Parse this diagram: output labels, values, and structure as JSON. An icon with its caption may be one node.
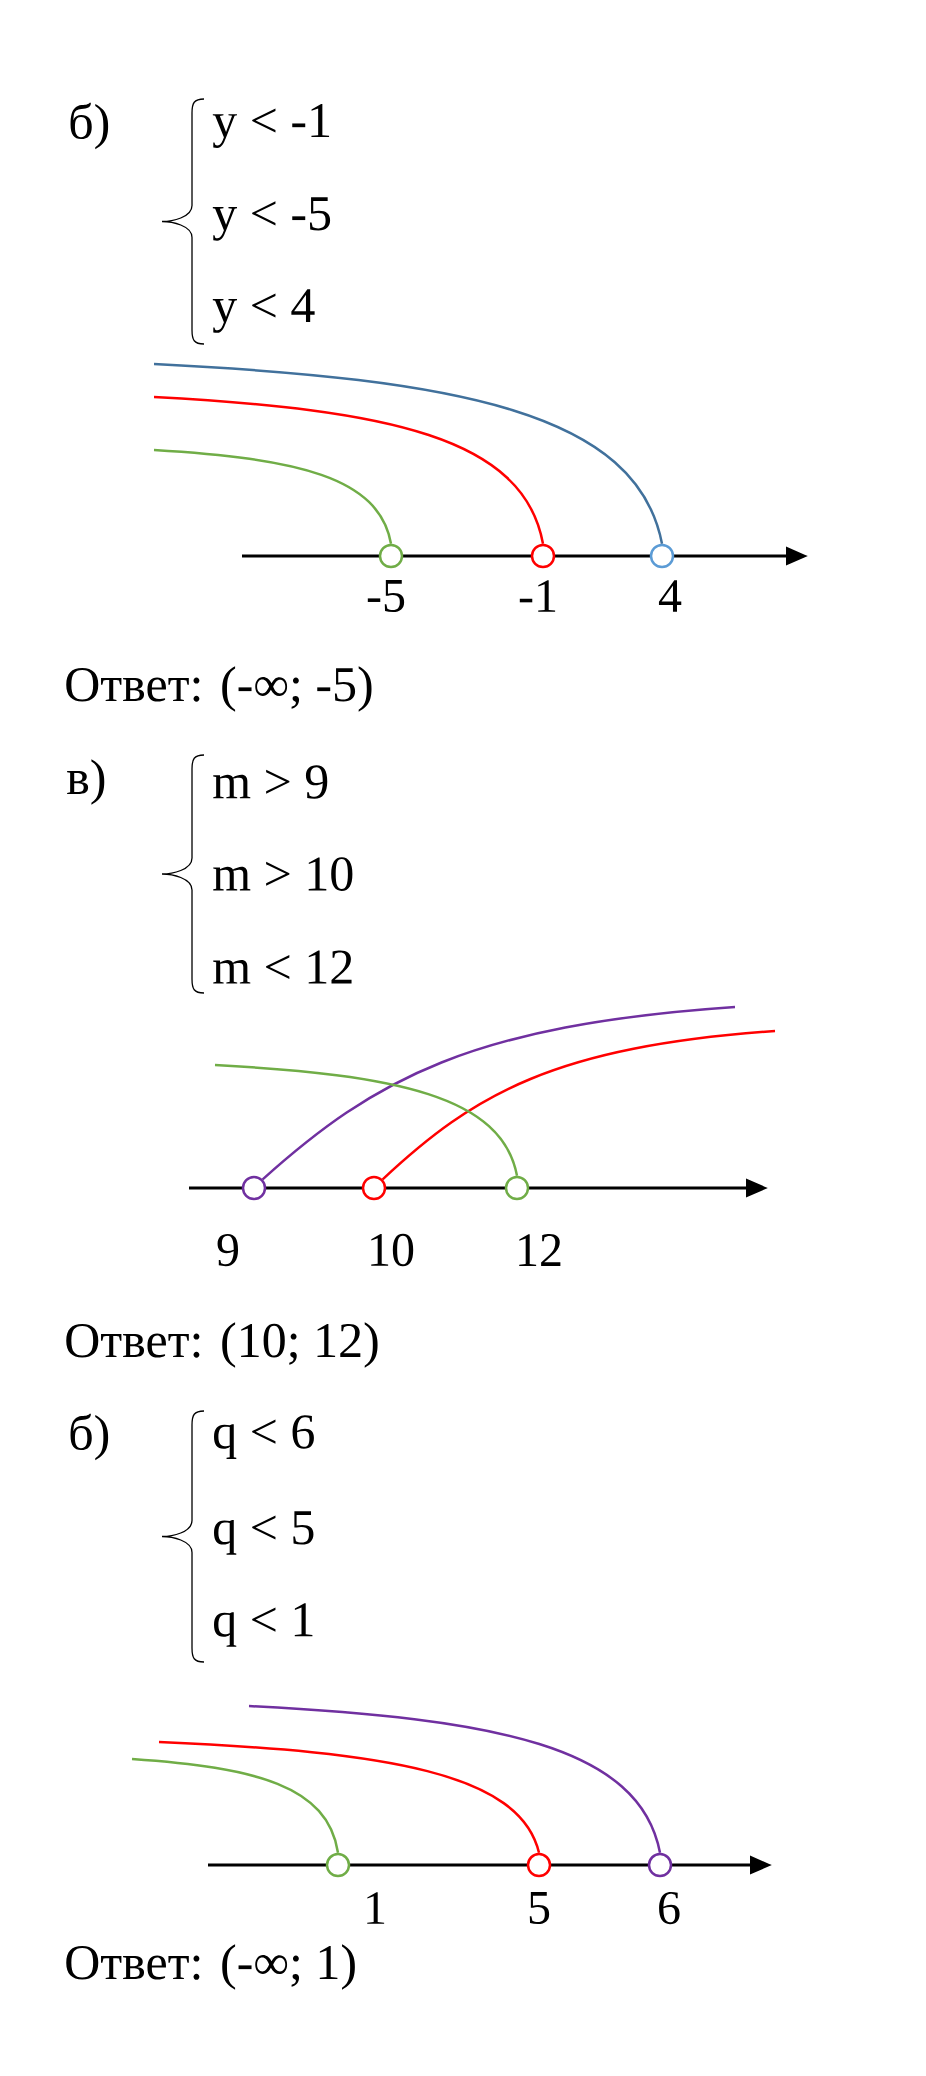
{
  "diagram": {
    "nodes": [
      {
        "text": [],
        "shape": "circle",
        "beside": [
          "-5"
        ]
      },
      {
        "text": [],
        "shape": "circle",
        "beside": [
          "-1"
        ]
      },
      {
        "text": [],
        "shape": "circle",
        "beside": [
          "4"
        ]
      },
      {
        "text": [],
        "shape": "circle",
        "beside": [
          "9"
        ]
      },
      {
        "text": [],
        "shape": "circle",
        "beside": [
          "10"
        ]
      },
      {
        "text": [],
        "shape": "circle",
        "beside": [
          "12"
        ]
      },
      {
        "text": [],
        "shape": "circle",
        "beside": [
          "1"
        ]
      },
      {
        "text": [],
        "shape": "circle",
        "beside": [
          "5"
        ]
      },
      {
        "text": [],
        "shape": "circle",
        "beside": [
          "6"
        ]
      }
    ],
    "edges": [
      {
        "from": 0,
        "to": null,
        "arrow": "none",
        "color": "#70ad47"
      },
      {
        "from": 1,
        "to": null,
        "arrow": "none",
        "color": "#ff0000"
      },
      {
        "from": 2,
        "to": null,
        "arrow": "none",
        "color": "#41719c"
      },
      {
        "from": 3,
        "to": null,
        "arrow": "none",
        "color": "#7030a0"
      },
      {
        "from": 4,
        "to": null,
        "arrow": "none",
        "color": "#ff0000"
      },
      {
        "from": 5,
        "to": null,
        "arrow": "none",
        "color": "#70ad47"
      },
      {
        "from": 6,
        "to": null,
        "arrow": "none",
        "color": "#70ad47"
      },
      {
        "from": 7,
        "to": null,
        "arrow": "none",
        "color": "#ff0000"
      },
      {
        "from": 8,
        "to": null,
        "arrow": "none",
        "color": "#7030a0"
      }
    ],
    "labels": [
      "б)",
      "y < -1",
      "y < -5",
      "y < 4",
      "Ответ: (-∞; -5)",
      "в)",
      "m > 9",
      "m > 10",
      "m < 12",
      "Ответ: (10; 12)",
      "б)",
      "q < 6",
      "q < 5",
      "q < 1",
      "Ответ: (-∞; 1)"
    ]
  }
}
